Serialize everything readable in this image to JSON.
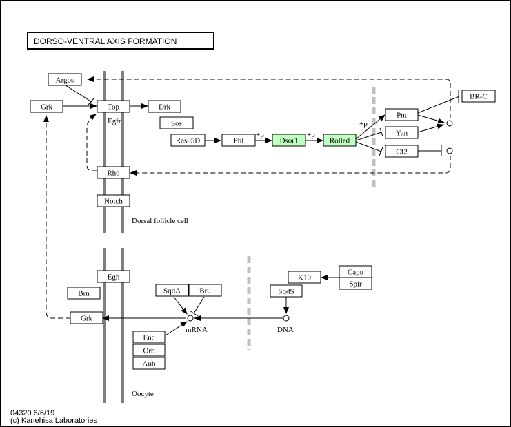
{
  "title": "DORSO-VENTRAL AXIS FORMATION",
  "genes": {
    "argos": "Argos",
    "grk_top": "Grk",
    "top": "Top",
    "drk": "Drk",
    "sos": "Sos",
    "ras85d": "Ras85D",
    "phl": "Phl",
    "dsor1": "Dsor1",
    "rolled": "Rolled",
    "pnt": "Pnt",
    "yan": "Yan",
    "cf2": "Cf2",
    "brc": "BR-C",
    "rho": "Rho",
    "notch": "Notch",
    "egh": "Egh",
    "brn": "Brn",
    "grk_bottom": "Grk",
    "sqda": "SqdA",
    "bru": "Bru",
    "k10": "K10",
    "capu": "Capu",
    "spir": "Spir",
    "sqds": "SqdS",
    "enc": "Enc",
    "orb": "Orb",
    "aub": "Aub"
  },
  "labels": {
    "egfr": "Egfr",
    "dorsal_follicle_cell": "Dorsal follicle cell",
    "oocyte": "Oocyte",
    "mrna": "mRNA",
    "dna": "DNA",
    "plus_p_1": "+p",
    "plus_p_2": "+p",
    "plus_p_3": "+p"
  },
  "highlight_color": "#bfffbf",
  "footer": {
    "line1": "04320 6/6/19",
    "line2": "(c) Kanehisa Laboratories"
  }
}
